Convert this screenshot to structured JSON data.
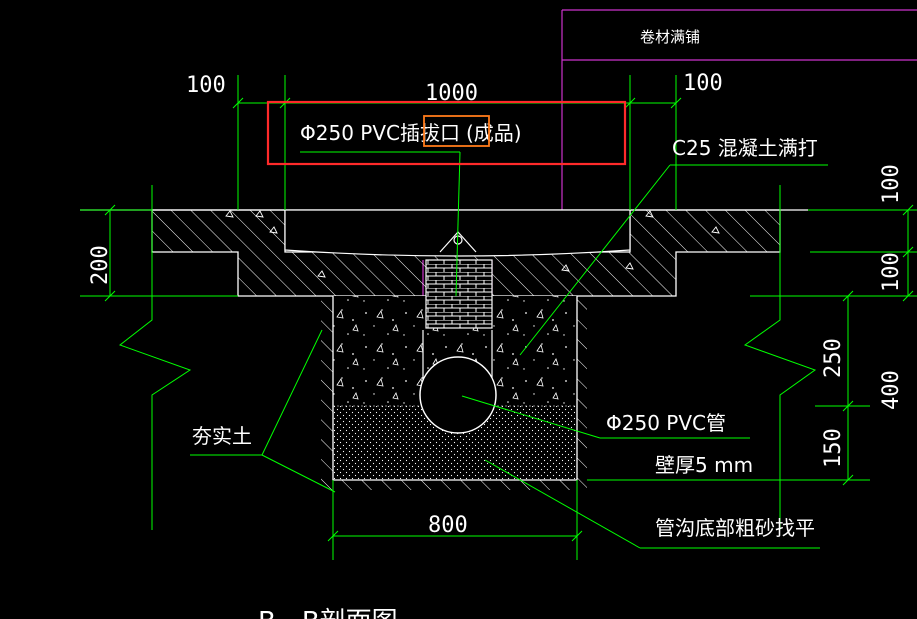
{
  "drawing": {
    "title_partial": "B—B剖面图",
    "labels": {
      "membrane": "卷材满铺",
      "pvc_socket_prefix": "Φ250 PVC",
      "pvc_socket_highlight": "插拔口",
      "pvc_socket_suffix": "(成品)",
      "concrete": "C25 混凝土满打",
      "compacted_soil": "夯实土",
      "pipe": "Φ250 PVC管",
      "wall_thickness": "壁厚5 mm",
      "sand_bed": "管沟底部粗砂找平"
    },
    "dimensions": {
      "left_offset": "100",
      "top_width": "1000",
      "right_offset": "100",
      "left_depth": "200",
      "right_100_top": "100",
      "right_100_mid": "100",
      "right_250": "250",
      "right_150": "150",
      "right_400": "400",
      "trench_width": "800"
    },
    "colors": {
      "background": "#000000",
      "line": "#ffffff",
      "dimension": "#00ff00",
      "leader": "#00ff00",
      "membrane": "#cc33cc",
      "highlight_box": "#ff2a2a",
      "highlight_word": "#ff7a1a"
    }
  }
}
